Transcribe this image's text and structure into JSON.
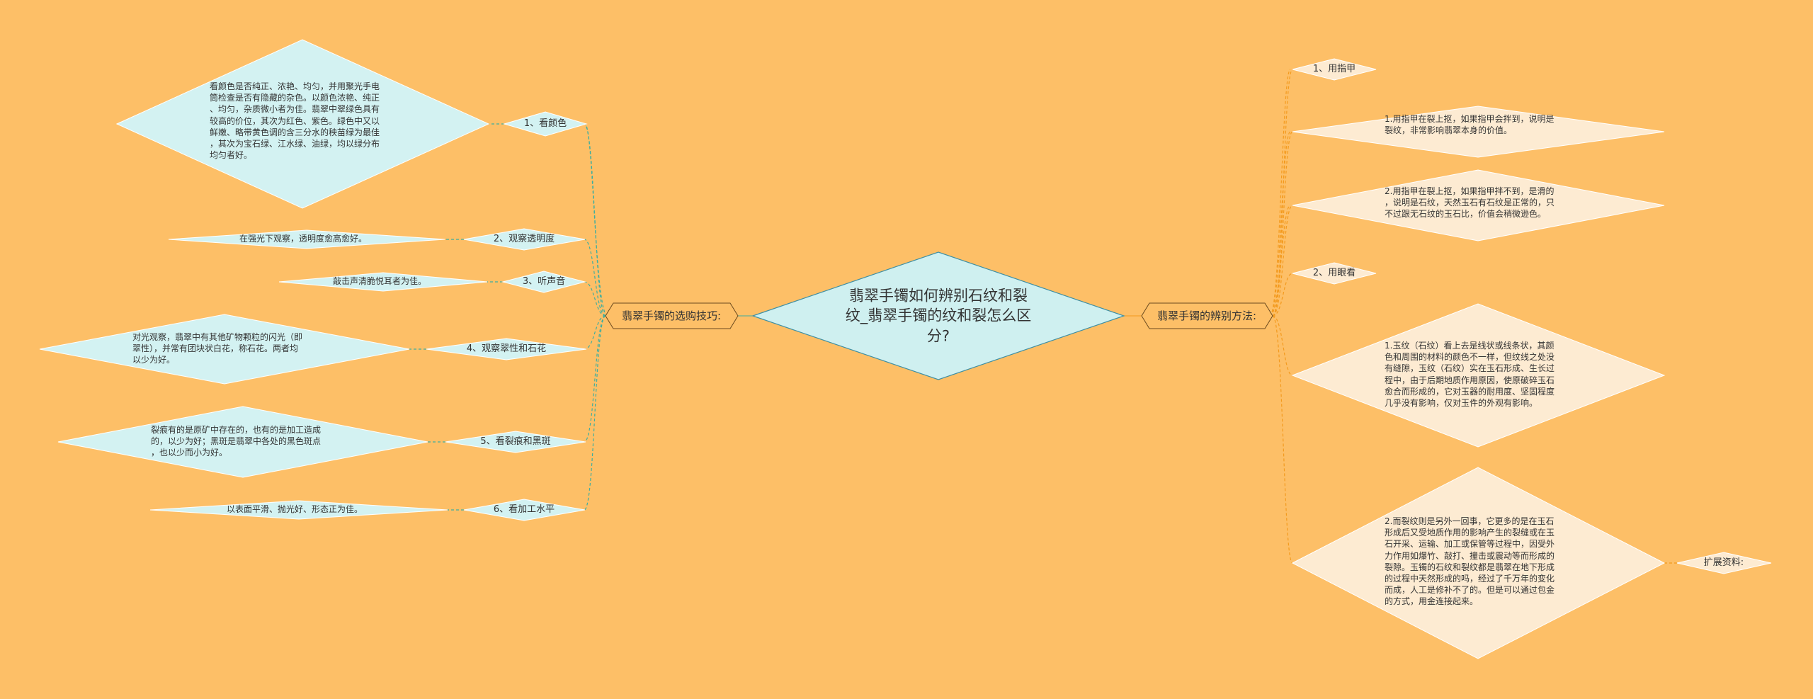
{
  "center": {
    "title": "翡翠手镯如何辨别石纹和裂纹_翡翠手镯的纹和裂怎么区分?"
  },
  "left_branch": {
    "label": "翡翠手镯的选购技巧:",
    "items": [
      {
        "label": "1、看颜色",
        "detail": "看颜色是否纯正、浓艳、均匀，并用聚光手电\n筒检查是否有隐藏的杂色。以颜色浓艳、纯正\n、均匀，杂质微小者为佳。翡翠中翠绿色具有\n较高的价位，其次为红色、紫色。绿色中又以\n鲜嫩、略带黄色调的含三分水的秧苗绿为最佳\n，其次为宝石绿、江水绿、油绿，均以绿分布\n均匀者好。"
      },
      {
        "label": "2、观察透明度",
        "detail": "在强光下观察，透明度愈高愈好。"
      },
      {
        "label": "3、听声音",
        "detail": "敲击声清脆悦耳者为佳。"
      },
      {
        "label": "4、观察翠性和石花",
        "detail": "对光观察，翡翠中有其他矿物颗粒的闪光（即\n翠性），并常有团块状白花，称石花。两者均\n以少为好。"
      },
      {
        "label": "5、看裂痕和黑斑",
        "detail": "裂痕有的是原矿中存在的，也有的是加工造成\n的，以少为好；黑斑是翡翠中各处的黑色斑点\n，也以少而小为好。"
      },
      {
        "label": "6、看加工水平",
        "detail": "以表面平滑、抛光好、形态正为佳。"
      }
    ]
  },
  "right_branch": {
    "label": "翡翠手镯的辨别方法:",
    "methods": [
      {
        "label": "1、用指甲",
        "details": [
          "1.用指甲在裂上抠，如果指甲会拌到，说明是\n裂纹，非常影响翡翠本身的价值。",
          "2.用指甲在裂上抠，如果指甲拌不到，是滑的\n，说明是石纹，天然玉石有石纹是正常的，只\n不过跟无石纹的玉石比，价值会稍微逊色。"
        ]
      },
      {
        "label": "2、用眼看",
        "details": [
          "1.玉纹（石纹）看上去是线状或线条状，其颜\n色和周围的材料的颜色不一样，但纹线之处没\n有缝隙，玉纹（石纹）实在玉石形成、生长过\n程中，由于后期地质作用原因，使原破碎玉石\n愈合而形成的，它对玉器的耐用度、坚固程度\n几乎没有影响，仅对玉件的外观有影响。",
          "2.而裂纹则是另外一回事，它更多的是在玉石\n形成后又受地质作用的影响产生的裂缝或在玉\n石开采、运输、加工或保管等过程中，因受外\n力作用如爆竹、敲打、撞击或震动等而形成的\n裂隙。玉镯的石纹和裂纹都是翡翠在地下形成\n的过程中天然形成的吗，经过了千万年的变化\n而成，人工是修补不了的。但是可以通过包金\n的方式，用金连接起来。"
        ]
      }
    ],
    "extension_label": "扩展资料:"
  },
  "colors": {
    "background": "#FDBF67",
    "center_fill": "#CFF0F0",
    "left_fill": "#D3F2F2",
    "right_fill": "#FDEBD2",
    "left_line": "#3FAE9F",
    "right_line": "#F39A1E"
  }
}
